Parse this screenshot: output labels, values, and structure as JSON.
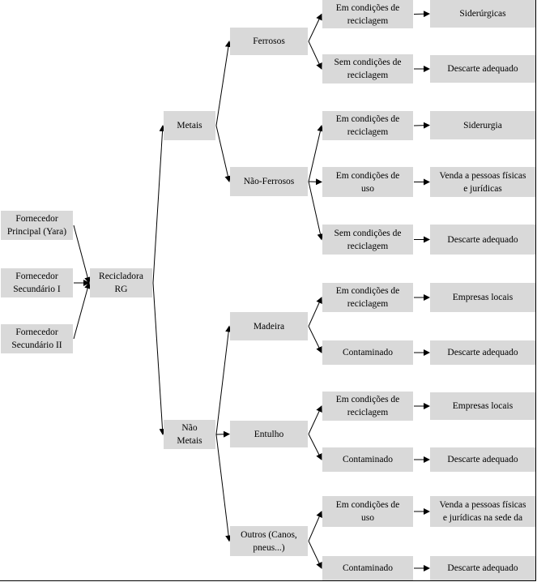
{
  "nodes": {
    "fornecedor_principal": "Fornecedor\nPrincipal (Yara)",
    "fornecedor_secundario_1": "Fornecedor\nSecundário I",
    "fornecedor_secundario_2": "Fornecedor\nSecundário II",
    "recicladora": "Recicladora\nRG",
    "metais": "Metais",
    "nao_metais": "Não\nMetais",
    "ferrosos": "Ferrosos",
    "nao_ferrosos": "Não-Ferrosos",
    "madeira": "Madeira",
    "entulho": "Entulho",
    "outros": "Outros (Canos,\npneus...)",
    "ferrosos_reciclagem": "Em condições de\nreciclagem",
    "ferrosos_sem_reciclagem": "Sem condições de\nreciclagem",
    "nf_reciclagem": "Em condições de\nreciclagem",
    "nf_uso": "Em condições de\nuso",
    "nf_sem_reciclagem": "Sem condições de\nreciclagem",
    "madeira_reciclagem": "Em condições de\nreciclagem",
    "madeira_contaminado": "Contaminado",
    "entulho_reciclagem": "Em condições de\nreciclagem",
    "entulho_contaminado": "Contaminado",
    "outros_uso": "Em condições de\nuso",
    "outros_contaminado": "Contaminado",
    "dest_siderurgicas": "Siderúrgicas",
    "dest_descarte_1": "Descarte adequado",
    "dest_siderurgia": "Siderurgia",
    "dest_venda_1": "Venda a pessoas físicas\ne jurídicas",
    "dest_descarte_2": "Descarte adequado",
    "dest_empresas_1": "Empresas locais",
    "dest_descarte_3": "Descarte adequado",
    "dest_empresas_2": "Empresas locais",
    "dest_descarte_4": "Descarte adequado",
    "dest_venda_2": "Venda a pessoas físicas\ne jurídicas na sede da",
    "dest_descarte_5": "Descarte adequado"
  },
  "edges": [
    [
      "fornecedor_principal",
      "recicladora"
    ],
    [
      "fornecedor_secundario_1",
      "recicladora"
    ],
    [
      "fornecedor_secundario_2",
      "recicladora"
    ],
    [
      "recicladora",
      "metais"
    ],
    [
      "recicladora",
      "nao_metais"
    ],
    [
      "metais",
      "ferrosos"
    ],
    [
      "metais",
      "nao_ferrosos"
    ],
    [
      "nao_metais",
      "madeira"
    ],
    [
      "nao_metais",
      "entulho"
    ],
    [
      "nao_metais",
      "outros"
    ],
    [
      "ferrosos",
      "ferrosos_reciclagem"
    ],
    [
      "ferrosos",
      "ferrosos_sem_reciclagem"
    ],
    [
      "nao_ferrosos",
      "nf_reciclagem"
    ],
    [
      "nao_ferrosos",
      "nf_uso"
    ],
    [
      "nao_ferrosos",
      "nf_sem_reciclagem"
    ],
    [
      "madeira",
      "madeira_reciclagem"
    ],
    [
      "madeira",
      "madeira_contaminado"
    ],
    [
      "entulho",
      "entulho_reciclagem"
    ],
    [
      "entulho",
      "entulho_contaminado"
    ],
    [
      "outros",
      "outros_uso"
    ],
    [
      "outros",
      "outros_contaminado"
    ],
    [
      "ferrosos_reciclagem",
      "dest_siderurgicas"
    ],
    [
      "ferrosos_sem_reciclagem",
      "dest_descarte_1"
    ],
    [
      "nf_reciclagem",
      "dest_siderurgia"
    ],
    [
      "nf_uso",
      "dest_venda_1"
    ],
    [
      "nf_sem_reciclagem",
      "dest_descarte_2"
    ],
    [
      "madeira_reciclagem",
      "dest_empresas_1"
    ],
    [
      "madeira_contaminado",
      "dest_descarte_3"
    ],
    [
      "entulho_reciclagem",
      "dest_empresas_2"
    ],
    [
      "entulho_contaminado",
      "dest_descarte_4"
    ],
    [
      "outros_uso",
      "dest_venda_2"
    ],
    [
      "outros_contaminado",
      "dest_descarte_5"
    ]
  ],
  "colors": {
    "node_fill": "#d9d9d9",
    "edge": "#000000"
  }
}
